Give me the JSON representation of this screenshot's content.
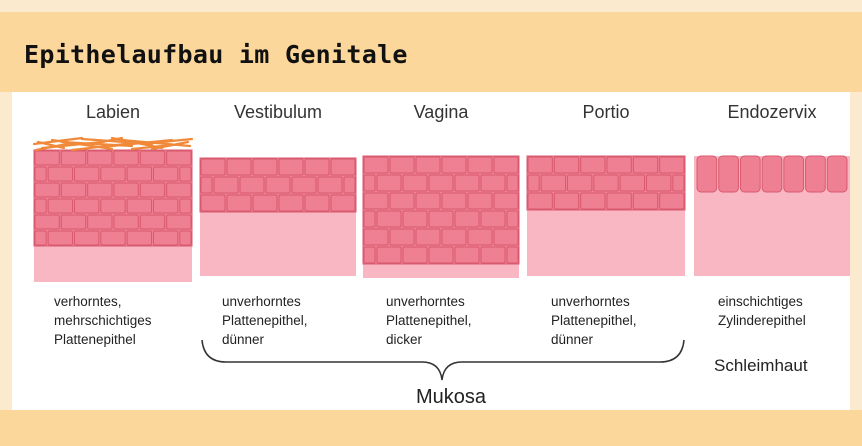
{
  "title": "Epithelaufbau im Genitale",
  "regions": [
    {
      "label": "Labien",
      "lines": [
        "verhorntes,",
        "mehrschichtiges",
        "Plattenepithel"
      ]
    },
    {
      "label": "Vestibulum",
      "lines": [
        "unverhorntes",
        "Plattenepithel,",
        "dünner"
      ]
    },
    {
      "label": "Vagina",
      "lines": [
        "unverhorntes",
        "Plattenepithel,",
        "dicker"
      ]
    },
    {
      "label": "Portio",
      "lines": [
        "unverhorntes",
        "Plattenepithel,",
        "dünner"
      ]
    },
    {
      "label": "Endozervix",
      "lines": [
        "einschichtiges",
        "Zylinderepithel"
      ]
    }
  ],
  "schleimhaut_label": "Schleimhaut",
  "mukosa_label": "Mukosa",
  "colors": {
    "header": "#fbd79b",
    "background": "#fbeacd",
    "cell_fill": "#ef7f92",
    "cell_border": "#d95a6f",
    "stroma": "#f8b7c3",
    "keratin": "#f08a3a"
  }
}
